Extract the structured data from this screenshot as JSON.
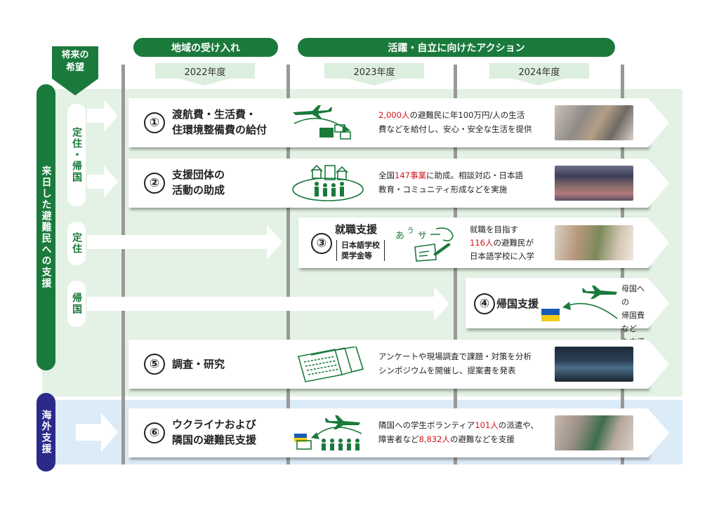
{
  "header": {
    "future_hope": "将来の\n希望",
    "phase_reception": "地域の受け入れ",
    "phase_action": "活躍・自立に向けたアクション",
    "years": [
      "2022年度",
      "2023年度",
      "2024年度"
    ]
  },
  "left": {
    "domestic_support": "来日した避難民への支援",
    "overseas_support": "海外支援",
    "cat_settle_return": "定住・帰国",
    "cat_settle": "定住",
    "cat_return": "帰国"
  },
  "items": {
    "i1": {
      "num": "①",
      "title_1": "渡航費・生活費・",
      "title_2": "住環境整備費の給付",
      "desc_red": "2,000人",
      "desc_1a": "の避難民に年100万円/人の生活",
      "desc_2": "費などを給付し、安心・安全な生活を提供"
    },
    "i2": {
      "num": "②",
      "title_1": "支援団体の",
      "title_2": "活動の助成",
      "desc_1a": "全国",
      "desc_red": "147事業",
      "desc_1b": "に助成。相談対応・日本語",
      "desc_2": "教育・コミュニティ形成などを実施"
    },
    "i3": {
      "num": "③",
      "title": "就職支援",
      "sub_1": "日本語学校",
      "sub_2": "奨学金等",
      "desc_1": "就職を目指す",
      "desc_red": "116人",
      "desc_2b": "の避難民が",
      "desc_3": "日本語学校に入学"
    },
    "i4": {
      "num": "④",
      "title": "帰国支援",
      "desc_1": "母国への",
      "desc_2": "帰国費など",
      "desc_3": "を支援"
    },
    "i5": {
      "num": "⑤",
      "title": "調査・研究",
      "desc_1": "アンケートや現場調査で課題・対策を分析",
      "desc_2": "シンポジウムを開催し、提案書を発表"
    },
    "i6": {
      "num": "⑥",
      "title_1": "ウクライナおよび",
      "title_2": "隣国の避難民支援",
      "desc_1a": "隣国への学生ボランティア",
      "desc_red1": "101人",
      "desc_1b": "の派遣や、",
      "desc_2a": "障害者など",
      "desc_red2": "8,832人",
      "desc_2b": "の避難などを支援"
    }
  },
  "colors": {
    "green": "#1a7a3c",
    "light_green": "#e3f2e4",
    "navy": "#2b2a8a",
    "light_blue": "#dcebf8",
    "red": "#d4141c"
  }
}
